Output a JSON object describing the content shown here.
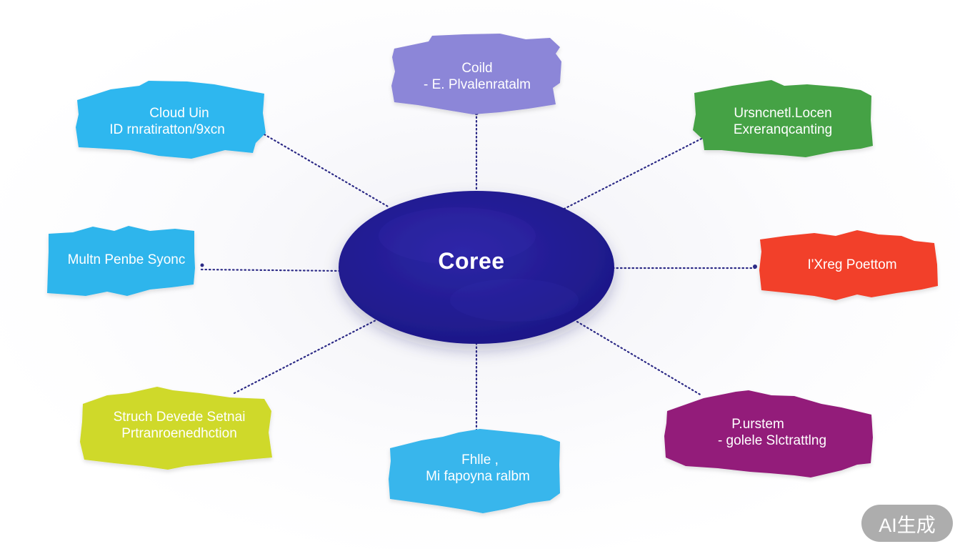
{
  "center": {
    "label": "Coree",
    "color": "#211a8c"
  },
  "nodes": [
    {
      "id": "cloud-top",
      "lines": [
        "Coild",
        "- E. Plvalenratalm"
      ],
      "color": "#8c86d8"
    },
    {
      "id": "cloud-left",
      "lines": [
        "Cloud Uin",
        "ID rnratiratton/9xcn"
      ],
      "color": "#2eb7ef"
    },
    {
      "id": "green",
      "lines": [
        "Ursncnetl.Locen",
        "Exreranqcanting"
      ],
      "color": "#45a245"
    },
    {
      "id": "multi",
      "lines": [
        "Multn Penbe Syonc"
      ],
      "color": "#2fb5ec"
    },
    {
      "id": "red",
      "lines": [
        "I'Xreg Poettom"
      ],
      "color": "#f2412a"
    },
    {
      "id": "yellow",
      "lines": [
        "Struch Devede Setnai",
        "Prtranroenedhction"
      ],
      "color": "#cfd92a"
    },
    {
      "id": "file",
      "lines": [
        "Fhlle ,",
        "Mi fapoyna ralbm"
      ],
      "color": "#38b6ec"
    },
    {
      "id": "purple",
      "lines": [
        "P.urstem",
        "- golele Slctrattlng"
      ],
      "color": "#931f7a"
    }
  ],
  "badge": {
    "label": "AI生成"
  }
}
